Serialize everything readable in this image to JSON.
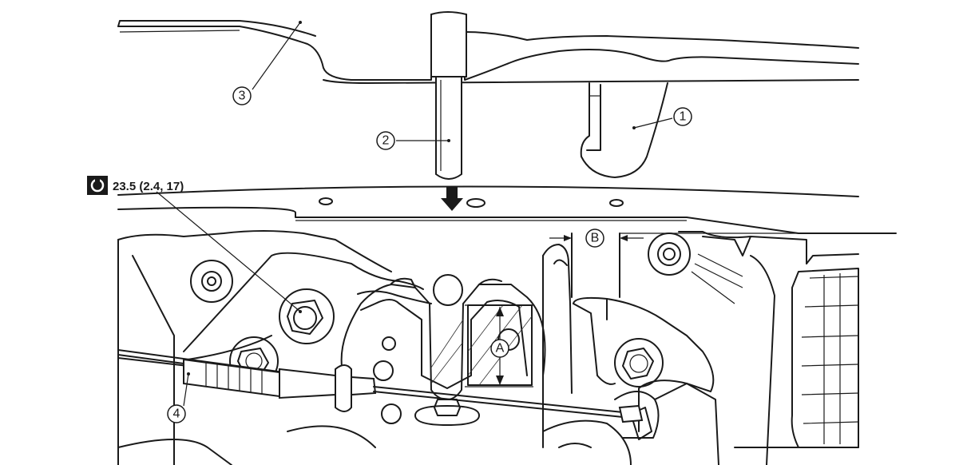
{
  "diagram": {
    "torque_spec": "23.5 (2.4, 17)",
    "callouts": {
      "part_1": "1",
      "part_2": "2",
      "part_3": "3",
      "part_4": "4",
      "dim_a": "A",
      "dim_b": "B"
    },
    "icons": {
      "torque": "torque-wrench-icon",
      "arrow": "down-arrow-icon"
    },
    "colors": {
      "ink": "#1a1a1a",
      "background": "#ffffff"
    }
  }
}
